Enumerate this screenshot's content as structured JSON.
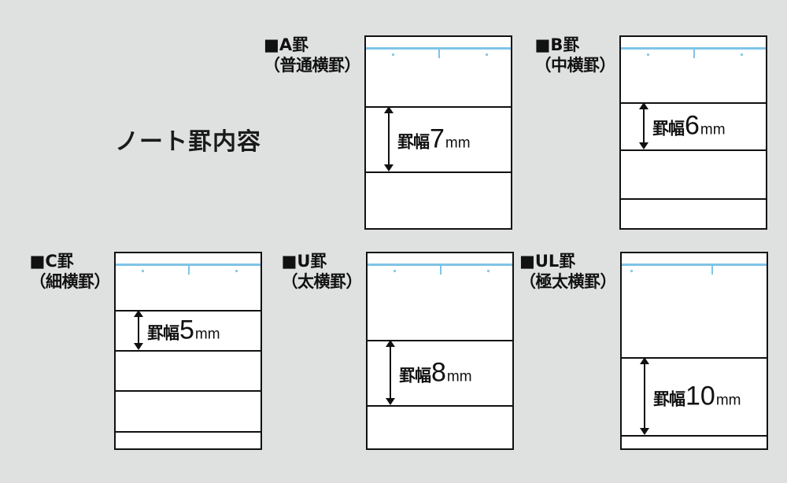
{
  "page": {
    "title": "ノート罫内容",
    "background_color": "#dfe0e0",
    "rule_color": "#111111",
    "blue_line_color": "#7fc4e8",
    "sheet_color": "#ffffff"
  },
  "panels": [
    {
      "id": "a",
      "marker": "■",
      "name": "A罫",
      "label_line1": "■A罫",
      "label_line2": "（普通横罫）",
      "subtitle": "普通横罫",
      "measure_word": "罫幅",
      "measure_value": "7",
      "measure_unit": "mm",
      "measure_full": "罫幅7mm",
      "band_count": 3
    },
    {
      "id": "b",
      "marker": "■",
      "name": "B罫",
      "label_line1": "■B罫",
      "label_line2": "（中横罫）",
      "subtitle": "中横罫",
      "measure_word": "罫幅",
      "measure_value": "6",
      "measure_unit": "mm",
      "measure_full": "罫幅6mm",
      "band_count": 4
    },
    {
      "id": "c",
      "marker": "■",
      "name": "C罫",
      "label_line1": "■C罫",
      "label_line2": "（細横罫）",
      "subtitle": "細横罫",
      "measure_word": "罫幅",
      "measure_value": "5",
      "measure_unit": "mm",
      "measure_full": "罫幅5mm",
      "band_count": 5
    },
    {
      "id": "u",
      "marker": "■",
      "name": "U罫",
      "label_line1": "■U罫",
      "label_line2": "（太横罫）",
      "subtitle": "太横罫",
      "measure_word": "罫幅",
      "measure_value": "8",
      "measure_unit": "mm",
      "measure_full": "罫幅8mm",
      "band_count": 3
    },
    {
      "id": "ul",
      "marker": "■",
      "name": "UL罫",
      "label_line1": "■UL罫",
      "label_line2": "（極太横罫）",
      "subtitle": "極太横罫",
      "measure_word": "罫幅",
      "measure_value": "10",
      "measure_unit": "mm",
      "measure_full": "罫幅10mm",
      "band_count": 3
    }
  ]
}
